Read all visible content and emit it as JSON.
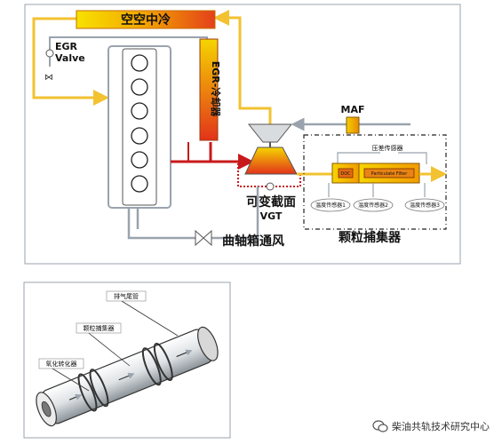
{
  "top": {
    "intercooler_label": "空空中冷",
    "egr_valve_label_line1": "EGR",
    "egr_valve_label_line2": "Valve",
    "egr_cooler_label": "EGR-冷却器",
    "maf_label": "MAF",
    "dp_sensor_label": "压差传感器",
    "doc_label": "DOC",
    "dpf_label": "Particulate Filter",
    "temp_sensor_1": "温度传感器1",
    "temp_sensor_2": "温度传感器2",
    "temp_sensor_3": "温度传感器3",
    "vgt_label_cn": "可变截面",
    "vgt_label_en": "VGT",
    "crankcase_label": "曲轴箱通风",
    "dpf_system_label": "颗粒捕集器"
  },
  "bottom": {
    "exhaust_tail_label": "排气尾管",
    "dpf_label": "颗粒捕集器",
    "doc_label": "氧化转化器"
  },
  "watermark": "柴油共轨技术研究中心",
  "colors": {
    "intercooler_gradient": [
      "#f6e100",
      "#f3a400",
      "#e64a1a"
    ],
    "egr_cooler_gradient": [
      "#f6d800",
      "#e33c1c"
    ],
    "hot_pipe": "#c8191a",
    "intake_pipe": "#f2c230",
    "outline_pipe": "#9aa3ad"
  }
}
